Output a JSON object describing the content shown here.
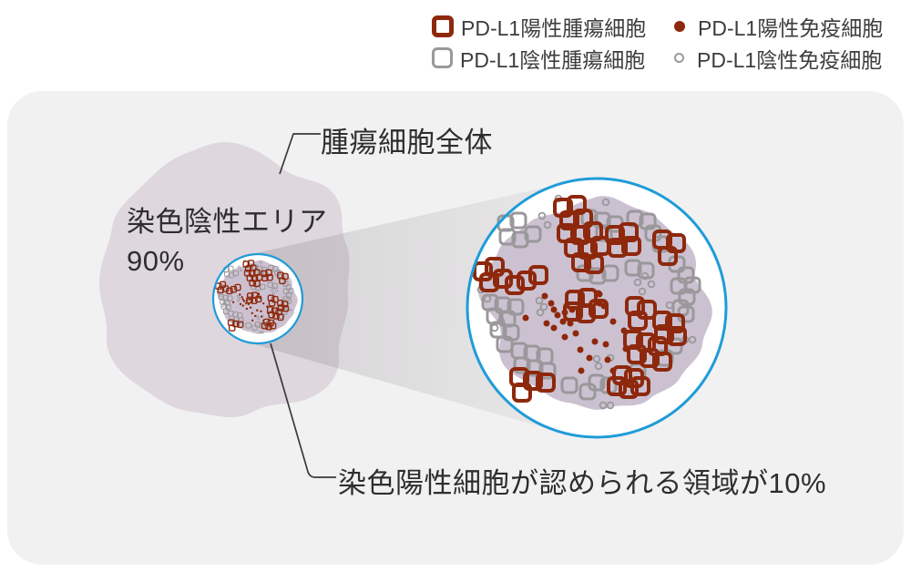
{
  "legend": {
    "items": [
      {
        "label": "PD-L1陽性腫瘍細胞",
        "marker": "square-bold",
        "color": "#8e280c"
      },
      {
        "label": "PD-L1陽性免疫細胞",
        "marker": "dot",
        "color": "#8e280c"
      },
      {
        "label": "PD-L1陰性腫瘍細胞",
        "marker": "square",
        "color": "#9b999b"
      },
      {
        "label": "PD-L1陰性免疫細胞",
        "marker": "ring",
        "color": "#9b999b"
      }
    ]
  },
  "diagram": {
    "labels": {
      "tumor_area": "腫瘍細胞全体",
      "negative_area_line1": "染色陰性エリア",
      "negative_area_line2": "90%",
      "positive_region": "染色陽性細胞が認められる領域が10%"
    },
    "colors": {
      "panel_bg": "#f2f1f2",
      "tumor_blob": "#ded8de",
      "magnified_blob": "#ccc1d1",
      "positive_cell": "#8e280c",
      "negative_cell": "#9a989a",
      "circle_stroke": "#1e9cd8",
      "leader_line": "#3a3a3a"
    },
    "cells": {
      "red_squares": [
        [
          -37,
          -110
        ],
        [
          -22,
          -113
        ],
        [
          -30,
          -96
        ],
        [
          -15,
          -98
        ],
        [
          -33,
          -82
        ],
        [
          -18,
          -80
        ],
        [
          -4,
          -84
        ],
        [
          -25,
          -66
        ],
        [
          -10,
          -64
        ],
        [
          4,
          -68
        ],
        [
          -17,
          -50
        ],
        [
          -3,
          -48
        ],
        [
          20,
          -80
        ],
        [
          35,
          -83
        ],
        [
          23,
          -66
        ],
        [
          38,
          -68
        ],
        [
          72,
          -75
        ],
        [
          87,
          -71
        ],
        [
          78,
          -57
        ],
        [
          -125,
          -40
        ],
        [
          -112,
          -45
        ],
        [
          -118,
          -28
        ],
        [
          -103,
          -32
        ],
        [
          -90,
          -25
        ],
        [
          -77,
          -30
        ],
        [
          -64,
          -36
        ],
        [
          -24,
          -9
        ],
        [
          -10,
          -11
        ],
        [
          -26,
          4
        ],
        [
          -12,
          6
        ],
        [
          2,
          1
        ],
        [
          42,
          -2
        ],
        [
          55,
          2
        ],
        [
          45,
          14
        ],
        [
          72,
          14
        ],
        [
          86,
          17
        ],
        [
          74,
          29
        ],
        [
          88,
          31
        ],
        [
          40,
          35
        ],
        [
          54,
          38
        ],
        [
          67,
          42
        ],
        [
          44,
          51
        ],
        [
          58,
          55
        ],
        [
          72,
          59
        ],
        [
          28,
          74
        ],
        [
          41,
          77
        ],
        [
          22,
          86
        ],
        [
          35,
          89
        ],
        [
          48,
          86
        ],
        [
          -85,
          76
        ],
        [
          -70,
          80
        ],
        [
          -56,
          82
        ],
        [
          -82,
          93
        ]
      ],
      "gray_squares": [
        [
          -100,
          -93
        ],
        [
          -86,
          -96
        ],
        [
          -98,
          -78
        ],
        [
          -84,
          -75
        ],
        [
          -70,
          -81
        ],
        [
          -8,
          -99
        ],
        [
          6,
          -96
        ],
        [
          20,
          -92
        ],
        [
          8,
          -82
        ],
        [
          42,
          -98
        ],
        [
          56,
          -95
        ],
        [
          62,
          -82
        ],
        [
          70,
          -70
        ],
        [
          88,
          -48
        ],
        [
          98,
          -36
        ],
        [
          90,
          -24
        ],
        [
          99,
          -12
        ],
        [
          92,
          0
        ],
        [
          -117,
          -6
        ],
        [
          -103,
          -3
        ],
        [
          -112,
          9
        ],
        [
          -98,
          12
        ],
        [
          -89,
          -1
        ],
        [
          -108,
          24
        ],
        [
          -94,
          27
        ],
        [
          -101,
          40
        ],
        [
          -13,
          -38
        ],
        [
          1,
          -35
        ],
        [
          15,
          -38
        ],
        [
          40,
          -44
        ],
        [
          54,
          -41
        ],
        [
          105,
          -25
        ],
        [
          98,
          7
        ],
        [
          -85,
          47
        ],
        [
          -71,
          50
        ],
        [
          -57,
          53
        ],
        [
          -82,
          63
        ],
        [
          -68,
          66
        ],
        [
          -54,
          69
        ],
        [
          0,
          82
        ],
        [
          13,
          85
        ],
        [
          -30,
          85
        ],
        [
          -10,
          92
        ],
        [
          45,
          70
        ],
        [
          75,
          55
        ],
        [
          85,
          42
        ]
      ],
      "gray_circles": [
        [
          -42,
          -120
        ],
        [
          10,
          -116
        ],
        [
          -60,
          -101
        ],
        [
          -54,
          -91
        ],
        [
          -127,
          -20
        ],
        [
          -120,
          -10
        ],
        [
          -105,
          15
        ],
        [
          -112,
          22
        ],
        [
          -63,
          -8
        ],
        [
          -58,
          -1
        ],
        [
          -62,
          5
        ],
        [
          45,
          -28
        ],
        [
          53,
          -35
        ],
        [
          60,
          -26
        ],
        [
          50,
          -18
        ],
        [
          0,
          56
        ],
        [
          2,
          64
        ],
        [
          15,
          55
        ],
        [
          7,
          107
        ],
        [
          15,
          107
        ],
        [
          97,
          35
        ],
        [
          105,
          35
        ],
        [
          80,
          -3
        ]
      ],
      "red_dots": [
        [
          -57,
          -13
        ],
        [
          -50,
          -5
        ],
        [
          -47,
          2
        ],
        [
          -43,
          8
        ],
        [
          -35,
          5
        ],
        [
          -27,
          2
        ],
        [
          -19,
          8
        ],
        [
          -37,
          15
        ],
        [
          -29,
          17
        ],
        [
          -47,
          22
        ],
        [
          -55,
          17
        ],
        [
          -23,
          28
        ],
        [
          -35,
          32
        ],
        [
          -18,
          46
        ],
        [
          -78,
          11
        ],
        [
          2,
          -16
        ],
        [
          3,
          -5
        ],
        [
          8,
          -2
        ],
        [
          18,
          15
        ],
        [
          30,
          25
        ],
        [
          -2,
          37
        ],
        [
          10,
          40
        ],
        [
          32,
          45
        ],
        [
          -17,
          69
        ],
        [
          18,
          69
        ],
        [
          3,
          -15
        ],
        [
          -8,
          55
        ],
        [
          12,
          57
        ]
      ]
    }
  }
}
